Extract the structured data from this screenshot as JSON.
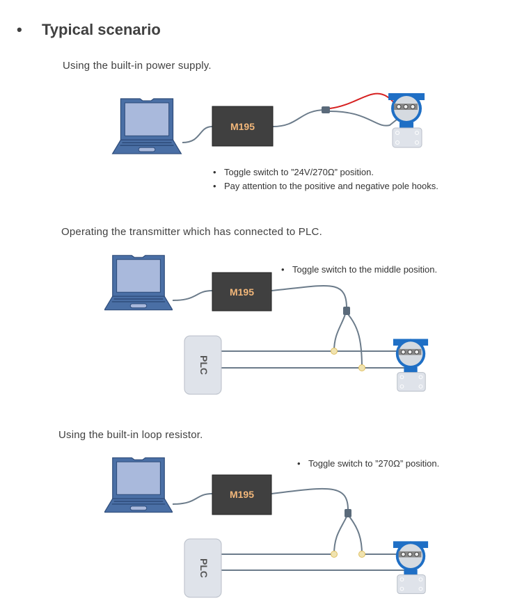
{
  "title": "Typical scenario",
  "bullet": "•",
  "scenarios": [
    {
      "heading": "Using the built-in power supply.",
      "device": "M195",
      "notes": [
        "Toggle switch to ”24V/270Ω” position.",
        "Pay attention to the positive and negative pole hooks."
      ]
    },
    {
      "heading": "Operating the transmitter which has connected to PLC.",
      "device": "M195",
      "plc": "PLC",
      "notes": [
        "Toggle switch to the middle position."
      ]
    },
    {
      "heading": "Using the built-in loop resistor.",
      "device": "M195",
      "plc": "PLC",
      "notes": [
        "Toggle switch to ”270Ω” position."
      ]
    }
  ],
  "colors": {
    "laptop": "#4a6fa5",
    "device": "#404040",
    "device_label": "#f2b77a",
    "cable": "#6b7b8a",
    "red_wire": "#d62020",
    "junction": "#f0e3b0",
    "transmitter": "#1f6fc5"
  }
}
